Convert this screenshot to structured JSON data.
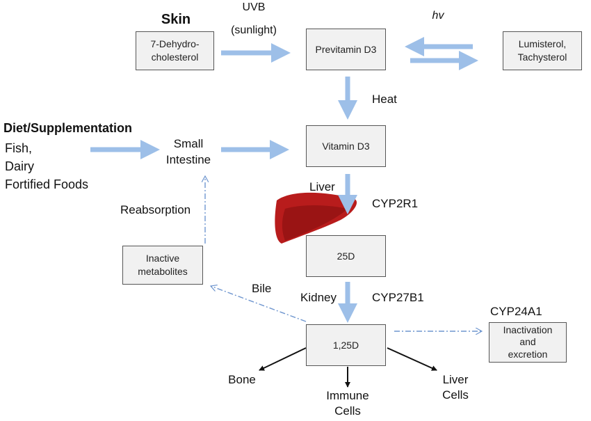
{
  "labels": {
    "skin": "Skin",
    "uvb": "UVB",
    "sunlight": "(sunlight)",
    "hv": "hv",
    "heat": "Heat",
    "diet_title": "Diet/Supplementation",
    "diet_items": [
      "Fish,",
      "Dairy",
      "Fortified Foods"
    ],
    "small_intestine": [
      "Small",
      "Intestine"
    ],
    "liver": "Liver",
    "cyp2r1": "CYP2R1",
    "reabsorption": "Reabsorption",
    "bile": "Bile",
    "kidney": "Kidney",
    "cyp27b1": "CYP27B1",
    "cyp24a1": "CYP24A1",
    "bone": "Bone",
    "immune_cells": [
      "Immune",
      "Cells"
    ],
    "liver_cells": [
      "Liver",
      "Cells"
    ]
  },
  "boxes": {
    "dehydrocholesterol": [
      "7-Dehydro-",
      "cholesterol"
    ],
    "previtamin": "Previtamin D3",
    "lumisterol": [
      "Lumisterol,",
      "Tachysterol"
    ],
    "vitamin_d3": "Vitamin D3",
    "d25": "25D",
    "d125": "1,25D",
    "inactive_metabolites": [
      "Inactive",
      "metabolites"
    ],
    "inactivation": [
      "Inactivation",
      "and",
      "excretion"
    ]
  },
  "colors": {
    "arrow_blue": "#9dbfe8",
    "dash_blue": "#6f96cf",
    "liver_red": "#b81c1c",
    "liver_dark": "#8e0f0f"
  }
}
